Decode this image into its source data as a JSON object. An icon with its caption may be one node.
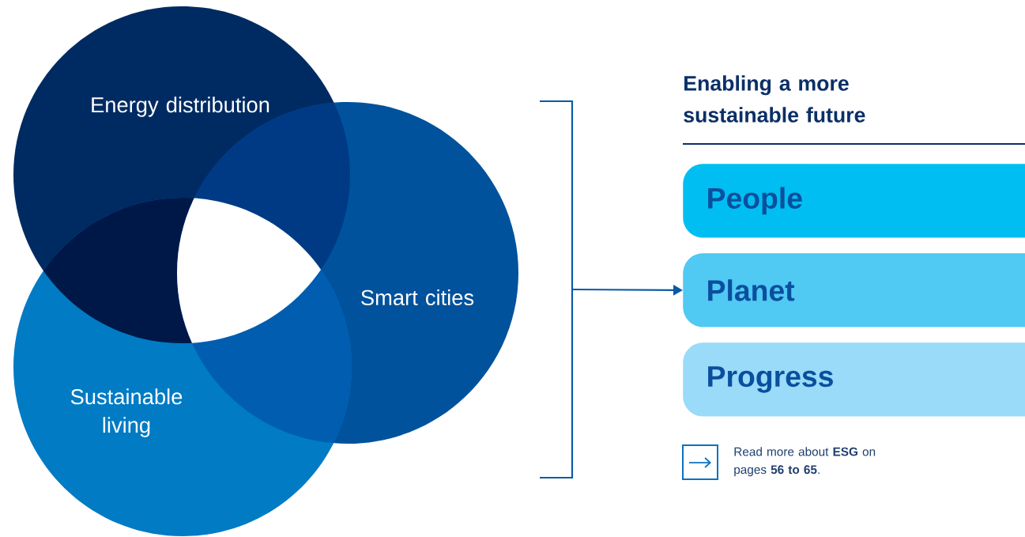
{
  "diagram": {
    "title": "Enabling a more sustainable future",
    "nodes": [
      {
        "text": [
          "Energy distribution"
        ]
      },
      {
        "text": [
          "Smart cities"
        ]
      },
      {
        "text": [
          "Sustainable living"
        ]
      },
      {
        "text": [
          "People"
        ]
      },
      {
        "text": [
          "Planet"
        ]
      },
      {
        "text": [
          "Progress"
        ]
      },
      {
        "text": [],
        "shape": "bracket"
      }
    ],
    "edges": [
      {
        "from": 6,
        "to": 4,
        "arrow": "to"
      }
    ],
    "labels": [
      "Read more about **ESG** on pages **56 to 65**."
    ]
  }
}
